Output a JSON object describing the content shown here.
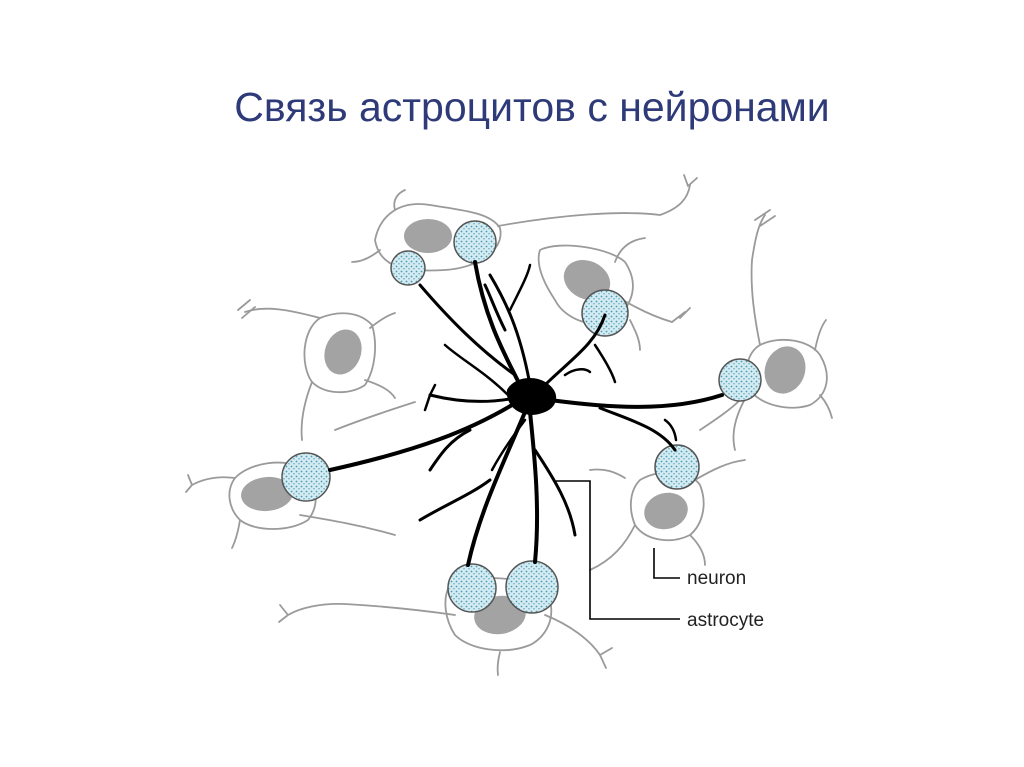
{
  "slide": {
    "title": "Связь астроцитов с нейронами"
  },
  "labels": {
    "neuron": "neuron",
    "astrocyte": "astrocyte"
  },
  "colors": {
    "title": "#2f3a78",
    "neuron_outline": "#9a9a9a",
    "nucleus": "#a3a3a3",
    "endfoot_fill": "#d4ebf2",
    "endfoot_dots": "#4a9ab4",
    "astrocyte": "#000000"
  }
}
